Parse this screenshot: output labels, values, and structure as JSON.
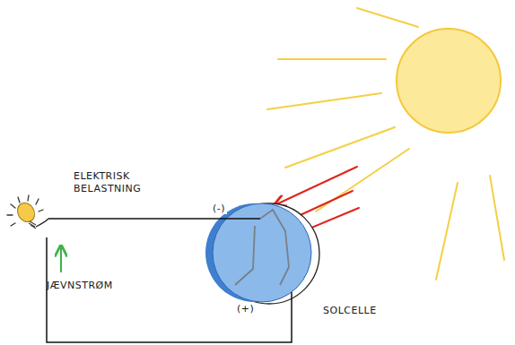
{
  "diagram": {
    "nodes": [
      {
        "text": [
          "ELEKTRISK BELASTNING"
        ]
      },
      {
        "text": [
          "SOLCELLE"
        ]
      }
    ],
    "edges": [
      {
        "from": 0,
        "to": 1,
        "arrow": "none",
        "label": "(-)"
      },
      {
        "from": 0,
        "to": 1,
        "arrow": "none",
        "label": "(+)"
      }
    ],
    "labels": [
      "JÆVNSTRØM"
    ]
  }
}
